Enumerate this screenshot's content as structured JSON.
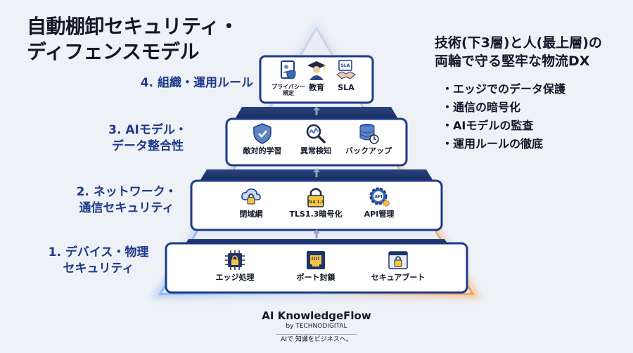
{
  "title": {
    "line1": "自動棚卸セキュリティ・",
    "line2": "ディフェンスモデル"
  },
  "layers": [
    {
      "label_line1": "1. デバイス・物理",
      "label_line2": "セキュリティ",
      "items": [
        {
          "icon": "chip-lock-icon",
          "label": "エッジ処理"
        },
        {
          "icon": "port-icon",
          "label": "ポート封鎖"
        },
        {
          "icon": "secure-boot-icon",
          "label": "セキュアブート"
        }
      ]
    },
    {
      "label_line1": "2. ネットワーク・",
      "label_line2": "通信セキュリティ",
      "items": [
        {
          "icon": "cloud-lock-icon",
          "label": "閉域網"
        },
        {
          "icon": "tls-lock-icon",
          "label": "TLS1.3暗号化",
          "badge": "TLS 1.3"
        },
        {
          "icon": "api-gear-icon",
          "label": "API管理",
          "badge": "API"
        }
      ]
    },
    {
      "label_line1": "3. AIモデル・",
      "label_line2": "データ整合性",
      "items": [
        {
          "icon": "shield-icon",
          "label": "敵対的学習"
        },
        {
          "icon": "magnifier-icon",
          "label": "異常検知"
        },
        {
          "icon": "database-icon",
          "label": "バックアップ"
        }
      ]
    },
    {
      "label_line1": "4. 組織・運用ルール",
      "label_line2": "",
      "items": [
        {
          "icon": "privacy-doc-icon",
          "label": "プライバシー\n規定"
        },
        {
          "icon": "graduate-icon",
          "label": "教育"
        },
        {
          "icon": "handshake-icon",
          "label": "SLA",
          "badge": "SLA"
        }
      ]
    }
  ],
  "right_panel": {
    "title_line1": "技術(下3層)と人(最上層)の",
    "title_line2": "両輪で守る堅牢な物流DX",
    "bullets": [
      "エッジでのデータ保護",
      "通信の暗号化",
      "AIモデルの監査",
      "運用ルールの徹底"
    ]
  },
  "brand": {
    "name": "AI KnowledgeFlow",
    "by": "by TECHNODIGITAL",
    "tagline": "AIで 知識をビジネスへ。"
  },
  "colors": {
    "navy": "#1e3a8a",
    "dark_band": "#1f3468",
    "glow_blue": "#7fb2ee",
    "glow_orange": "#f4a259",
    "lock_yellow": "#f5c542"
  }
}
